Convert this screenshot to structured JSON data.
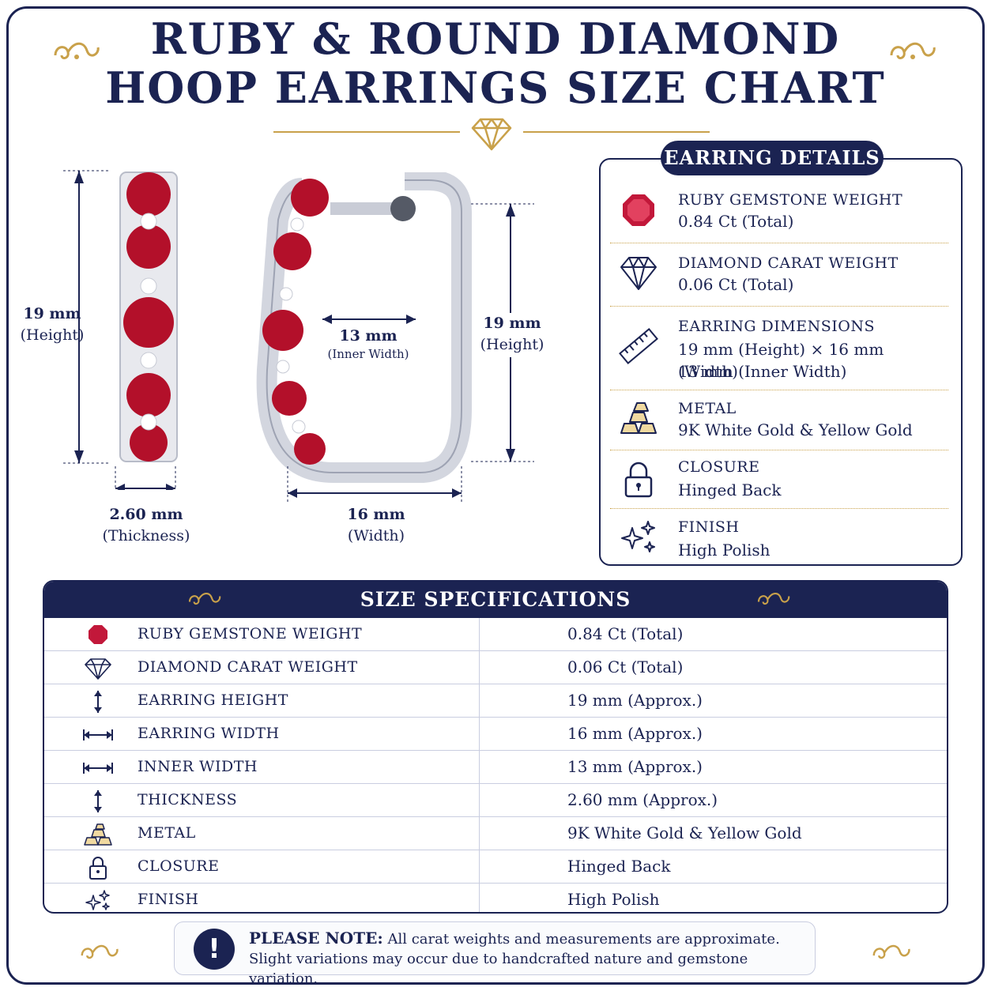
{
  "title": {
    "line1": "RUBY & ROUND DIAMOND",
    "line2": "HOOP EARRINGS SIZE CHART"
  },
  "diagram": {
    "side_height": {
      "value": "19 mm",
      "caption": "(Height)"
    },
    "side_thickness": {
      "value": "2.60 mm",
      "caption": "(Thickness)"
    },
    "front_inner": {
      "value": "13 mm",
      "caption": "(Inner Width)"
    },
    "front_height": {
      "value": "19 mm",
      "caption": "(Height)"
    },
    "front_width": {
      "value": "16 mm",
      "caption": "(Width)"
    }
  },
  "details": {
    "title": "EARRING DETAILS",
    "items": [
      {
        "icon": "ruby-icon",
        "label": "RUBY GEMSTONE WEIGHT",
        "value": "0.84 Ct (Total)"
      },
      {
        "icon": "diamond-icon",
        "label": "DIAMOND CARAT WEIGHT",
        "value": "0.06 Ct (Total)"
      },
      {
        "icon": "ruler-icon",
        "label": "EARRING DIMENSIONS",
        "value": "19 mm (Height) × 16 mm (Width)",
        "value2": "13 mm (Inner Width)"
      },
      {
        "icon": "gold-bars-icon",
        "label": "METAL",
        "value": "9K White Gold & Yellow Gold"
      },
      {
        "icon": "lock-icon",
        "label": "CLOSURE",
        "value": "Hinged Back"
      },
      {
        "icon": "sparkle-icon",
        "label": "FINISH",
        "value": "High Polish"
      }
    ]
  },
  "spec": {
    "title": "SIZE SPECIFICATIONS",
    "rows": [
      {
        "icon": "ruby-icon",
        "label": "RUBY GEMSTONE WEIGHT",
        "value": "0.84 Ct (Total)"
      },
      {
        "icon": "diamond-icon",
        "label": "DIAMOND CARAT WEIGHT",
        "value": "0.06 Ct (Total)"
      },
      {
        "icon": "vertical-arrow-icon",
        "label": "EARRING HEIGHT",
        "value": "19 mm (Approx.)"
      },
      {
        "icon": "horizontal-arrow-icon",
        "label": "EARRING WIDTH",
        "value": "16 mm (Approx.)"
      },
      {
        "icon": "horizontal-arrow-icon",
        "label": "INNER WIDTH",
        "value": "13 mm (Approx.)"
      },
      {
        "icon": "vertical-arrow-icon",
        "label": "THICKNESS",
        "value": "2.60 mm (Approx.)"
      },
      {
        "icon": "gold-bars-icon",
        "label": "METAL",
        "value": "9K White Gold & Yellow Gold"
      },
      {
        "icon": "lock-icon",
        "label": "CLOSURE",
        "value": "Hinged Back"
      },
      {
        "icon": "sparkle-icon",
        "label": "FINISH",
        "value": "High Polish"
      }
    ]
  },
  "note": {
    "heading": "PLEASE NOTE:",
    "line1": "All carat weights and measurements are approximate.",
    "line2": "Slight variations may occur due to handcrafted nature and gemstone variation."
  },
  "colors": {
    "navy": "#1b2352",
    "gold": "#c9a14a",
    "ruby": "#b3102a"
  }
}
